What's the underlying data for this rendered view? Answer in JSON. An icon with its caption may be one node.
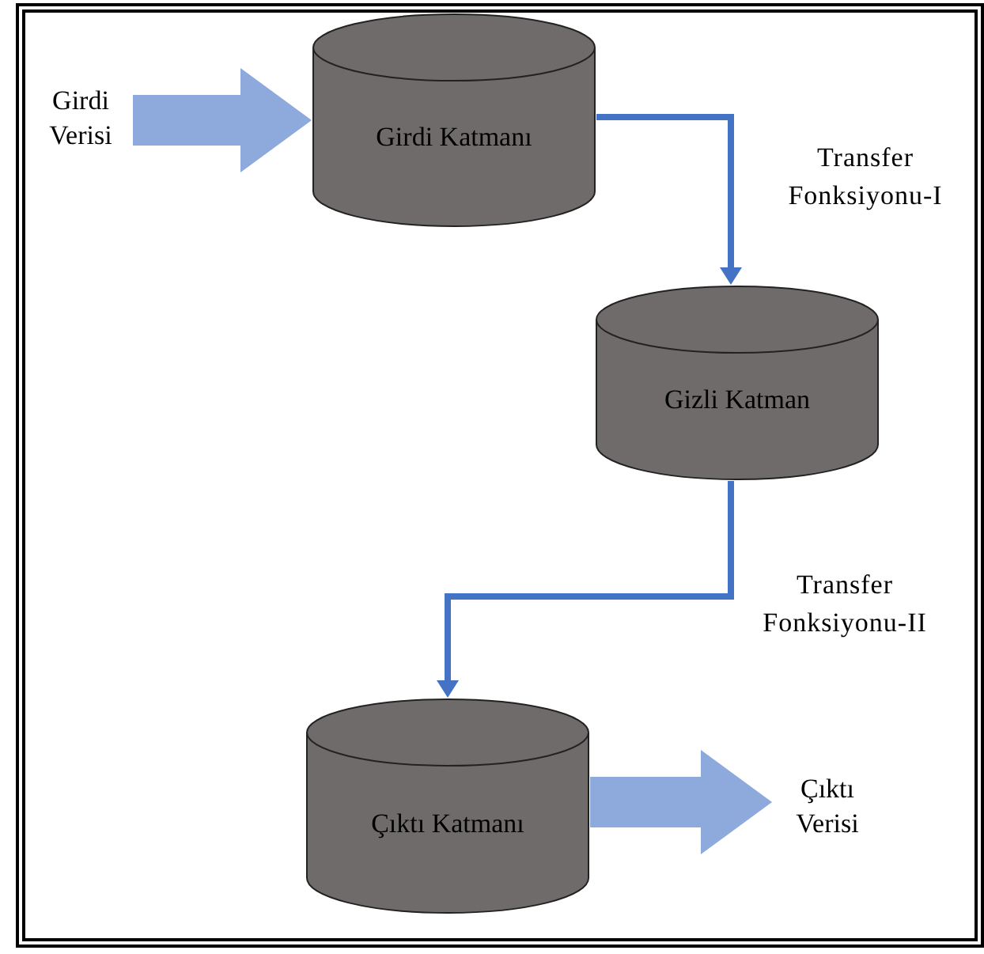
{
  "diagram": {
    "nodes": [
      {
        "text": [
          "Girdi Verisi"
        ]
      },
      {
        "text": [
          "Girdi Katmanı"
        ]
      },
      {
        "text": [
          "Gizli Katman"
        ]
      },
      {
        "text": [
          "Çıktı Katmanı"
        ]
      },
      {
        "text": [
          "Çıktı Verisi"
        ]
      }
    ],
    "edges": [
      {
        "from": 0,
        "to": 1,
        "arrow": "to",
        "style": "thick",
        "color": "#8eaadc"
      },
      {
        "from": 1,
        "to": 2,
        "arrow": "to",
        "label": "Transfer Fonksiyonu-I"
      },
      {
        "from": 2,
        "to": 3,
        "arrow": "to",
        "label": "Transfer Fonksiyonu-II"
      },
      {
        "from": 3,
        "to": 4,
        "arrow": "to",
        "style": "thick",
        "color": "#8eaadc"
      }
    ]
  }
}
